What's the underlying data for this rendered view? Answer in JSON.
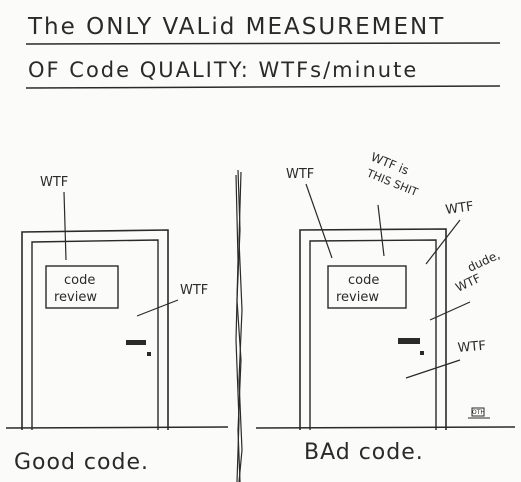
{
  "title": {
    "line1": "The ONLY VALid MEASUREMENT",
    "line2": "OF Code QUALITY: WTFs/minute"
  },
  "panels": {
    "good": {
      "door_sign_line1": "code",
      "door_sign_line2": "review",
      "bubbles": [
        "WTF",
        "WTF"
      ],
      "caption": "Good code."
    },
    "bad": {
      "door_sign_line1": "code",
      "door_sign_line2": "review",
      "bubbles": [
        "WTF",
        "WTF is",
        "THIS SHIT",
        "WTF",
        "dude,",
        "WTF",
        "WTF"
      ],
      "caption": "BAd code."
    }
  },
  "signature": "OTH"
}
